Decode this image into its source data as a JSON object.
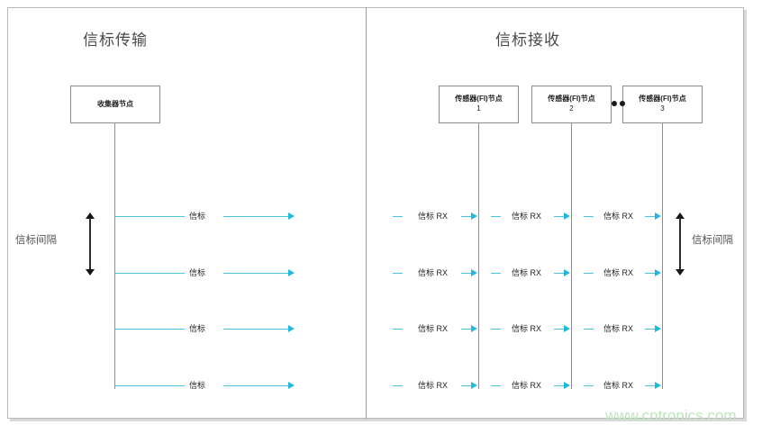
{
  "panels": {
    "left": {
      "title": "信标传输",
      "node": {
        "label": "收集器节点"
      },
      "interval_label": "信标间隔",
      "beacon_label": "信标",
      "rows": [
        240,
        303,
        365,
        428
      ]
    },
    "right": {
      "title": "信标接收",
      "nodes": [
        {
          "label": "传感器(FI)节点",
          "index": "1"
        },
        {
          "label": "传感器(FI)节点",
          "index": "2"
        },
        {
          "label": "传感器(FI)节点",
          "index": "3"
        }
      ],
      "interval_label": "信标间隔",
      "beacon_rx_label": "信标 RX",
      "rows": [
        240,
        303,
        365,
        428
      ],
      "ellipsis": "••"
    }
  },
  "colors": {
    "beacon_line": "#49c3e0",
    "arrow_head": "#22b8dd",
    "node_border": "#8c8c8c",
    "frame_border": "#b9b9b9",
    "divider": "#9a9a9a",
    "watermark": "#bfe6bd"
  },
  "watermark": "www.cntronics.com"
}
